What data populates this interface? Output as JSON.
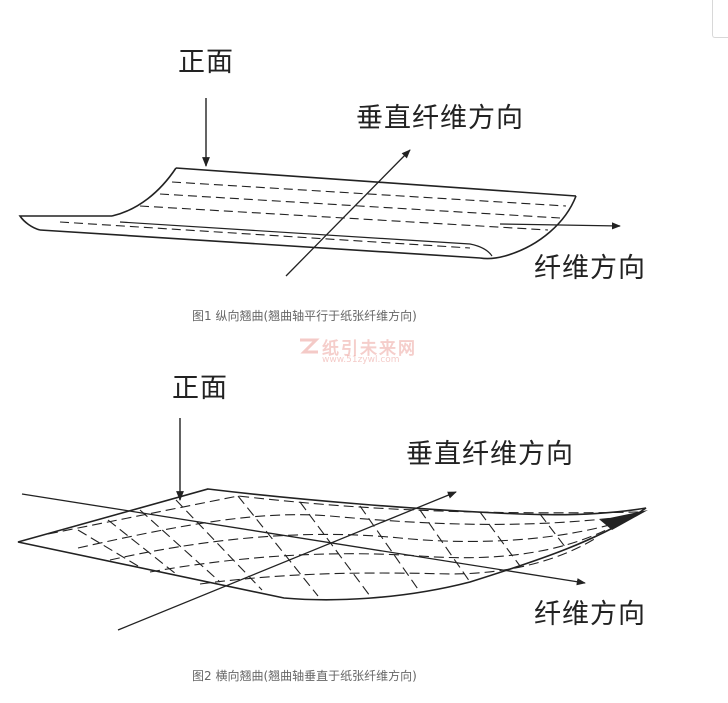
{
  "figure1": {
    "label_front": "正面",
    "label_cross": "垂直纤维方向",
    "label_fiber": "纤维方向",
    "caption": "图1  纵向翘曲(翘曲轴平行于纸张纤维方向)"
  },
  "figure2": {
    "label_front": "正面",
    "label_cross": "垂直纤维方向",
    "label_fiber": "纤维方向",
    "caption": "图2  横向翘曲(翘曲轴垂直于纸张纤维方向)"
  },
  "watermark": {
    "title": "纸引未来网",
    "url": "www.51zywl.com"
  }
}
